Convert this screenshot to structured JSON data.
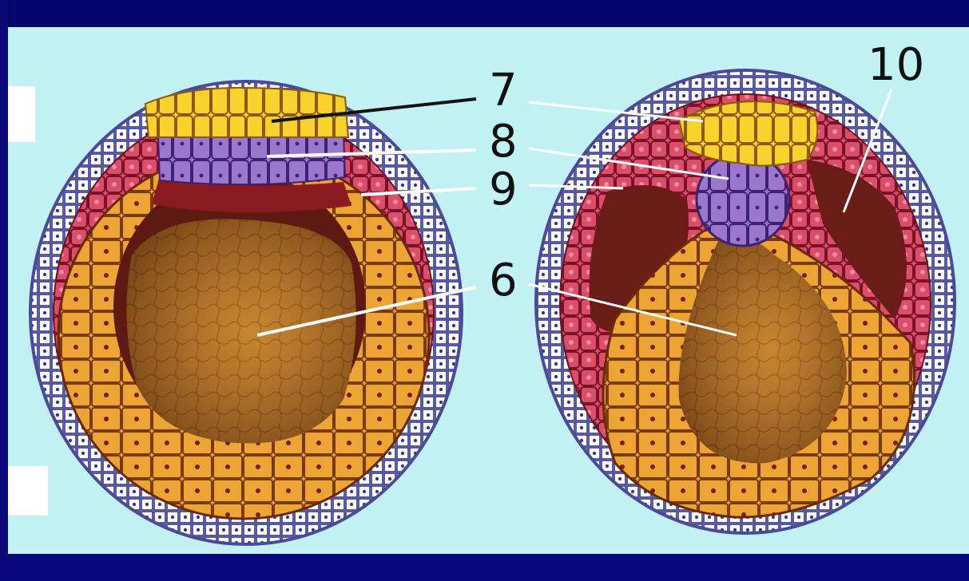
{
  "labels": {
    "n7": "7",
    "n8": "8",
    "n9": "9",
    "n6": "6",
    "n10": "10"
  },
  "colors": {
    "background": "#c2f1f4",
    "frame": "#0a0a78",
    "ectoderm_outer": "#ffffff",
    "ectoderm_border": "#4a4a9a",
    "epiblast_yellow": "#f6d02c",
    "hypoblast_purple": "#9a72c8",
    "mesoderm_pink": "#d8506a",
    "endoderm_orange": "#eaa032",
    "yolk": "#b87a2a",
    "cavity": "#6a1c16"
  }
}
